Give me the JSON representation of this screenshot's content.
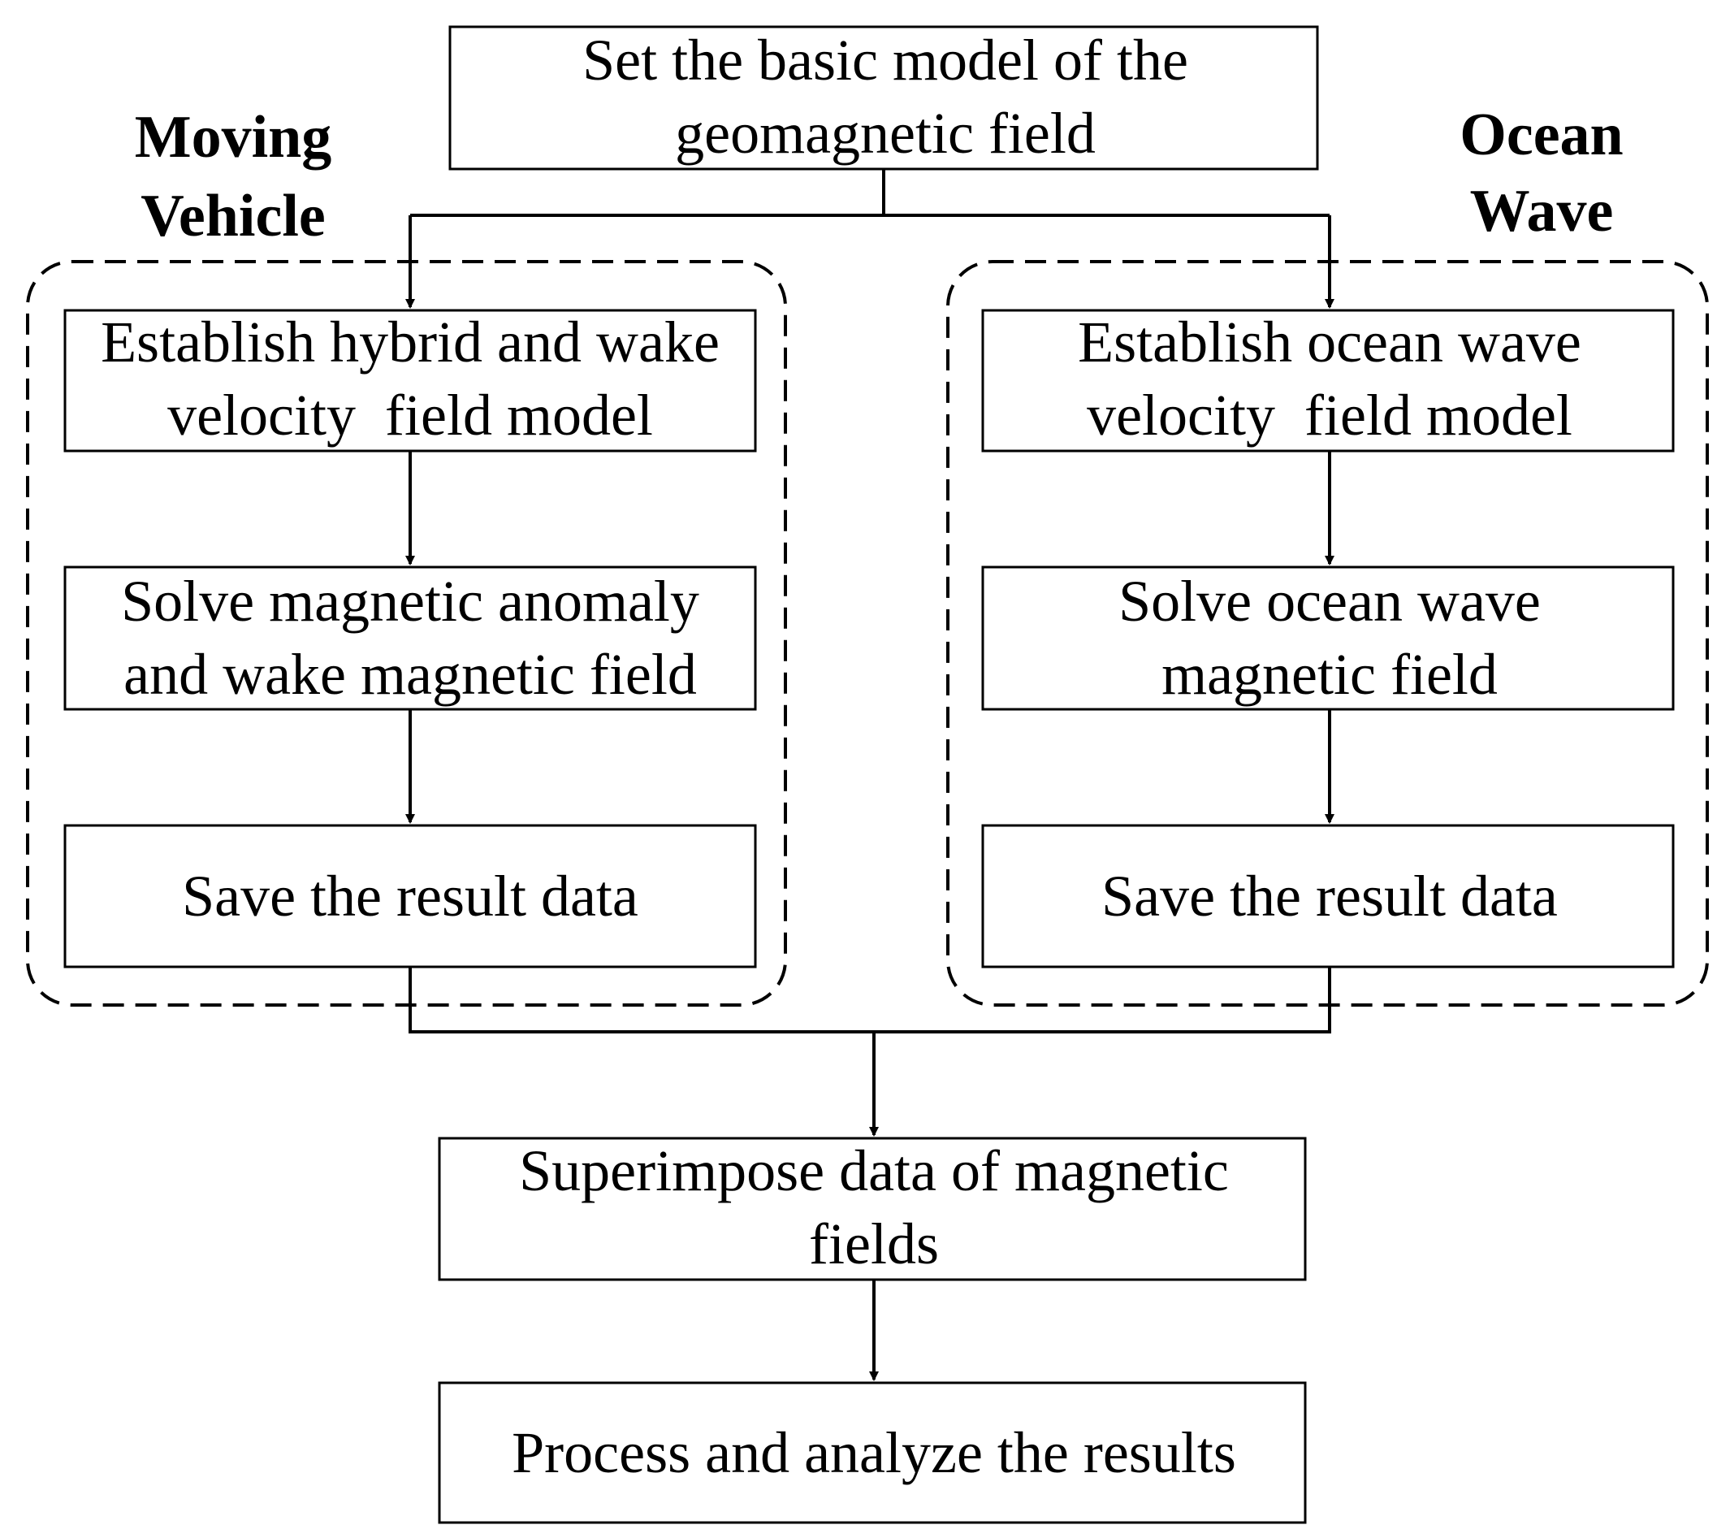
{
  "diagram": {
    "top": {
      "line1": "Set the basic model of the",
      "line2": "geomagnetic field"
    },
    "groups": {
      "left": {
        "label_line1": "Moving",
        "label_line2": "Vehicle",
        "steps": [
          {
            "line1": "Establish hybrid and wake",
            "line2": "velocity  field model"
          },
          {
            "line1": "Solve magnetic anomaly",
            "line2": "and wake magnetic field"
          },
          {
            "line1": "Save the result data",
            "line2": ""
          }
        ]
      },
      "right": {
        "label_line1": "Ocean",
        "label_line2": "Wave",
        "steps": [
          {
            "line1": "Establish ocean wave",
            "line2": "velocity  field model"
          },
          {
            "line1": "Solve ocean wave",
            "line2": "magnetic field"
          },
          {
            "line1": "Save the result data",
            "line2": ""
          }
        ]
      }
    },
    "merge": {
      "line1": "Superimpose data of magnetic",
      "line2": "fields"
    },
    "final": {
      "line1": "Process and analyze the results"
    }
  }
}
